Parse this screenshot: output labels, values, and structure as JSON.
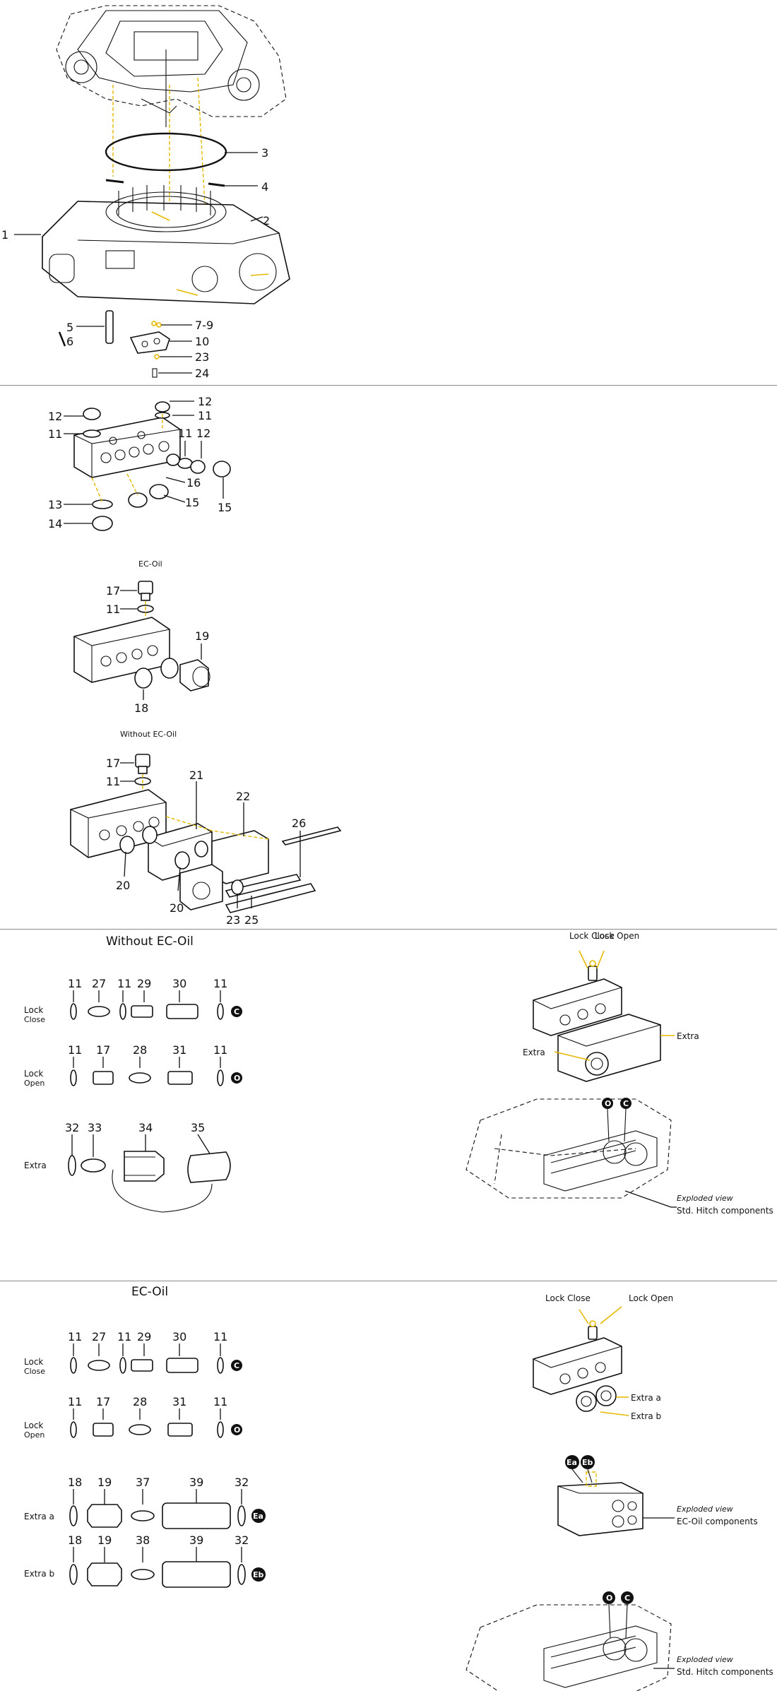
{
  "section1": {
    "callouts": [
      "1",
      "2",
      "3",
      "4",
      "5",
      "6",
      "7-9",
      "10",
      "23",
      "24"
    ]
  },
  "section2": {
    "callouts_a": [
      "12",
      "11",
      "11",
      "12",
      "12",
      "11",
      "16",
      "15",
      "15",
      "13",
      "14"
    ],
    "ec_oil_title": "EC-Oil",
    "callouts_b": [
      "17",
      "11",
      "19",
      "18"
    ],
    "without_title": "Without EC-Oil",
    "callouts_c": [
      "17",
      "11",
      "21",
      "22",
      "26",
      "20",
      "20",
      "23",
      "25"
    ]
  },
  "section3": {
    "title": "Without EC-Oil",
    "rows": [
      {
        "label_main": "Lock",
        "label_sub": "Close",
        "numbers": [
          "11",
          "27",
          "11",
          "29",
          "30",
          "11"
        ],
        "badge": "C"
      },
      {
        "label_main": "Lock",
        "label_sub": "Open",
        "numbers": [
          "11",
          "17",
          "28",
          "31",
          "11"
        ],
        "badge": "O"
      },
      {
        "label_main": "Extra",
        "label_sub": "",
        "numbers": [
          "32",
          "33",
          "34",
          "35"
        ],
        "badge": ""
      }
    ],
    "side": {
      "lock_close": "Lock Close",
      "lock_open": "Lock Open",
      "extra_right": "Extra",
      "extra_left": "Extra",
      "badge_o": "O",
      "badge_c": "C",
      "exploded_view": "Exploded view",
      "component_label": "Std. Hitch components"
    }
  },
  "section4": {
    "title": "EC-Oil",
    "rows": [
      {
        "label_main": "Lock",
        "label_sub": "Close",
        "numbers": [
          "11",
          "27",
          "11",
          "29",
          "30",
          "11"
        ],
        "badge": "C"
      },
      {
        "label_main": "Lock",
        "label_sub": "Open",
        "numbers": [
          "11",
          "17",
          "28",
          "31",
          "11"
        ],
        "badge": "O"
      },
      {
        "label_main": "Extra a",
        "label_sub": "",
        "numbers": [
          "18",
          "19",
          "37",
          "39",
          "32"
        ],
        "badge": "Ea"
      },
      {
        "label_main": "Extra b",
        "label_sub": "",
        "numbers": [
          "18",
          "19",
          "38",
          "39",
          "32"
        ],
        "badge": "Eb"
      }
    ],
    "side": {
      "lock_close": "Lock Close",
      "lock_open": "Lock Open",
      "extra_a": "Extra a",
      "extra_b": "Extra b",
      "badge_ea": "Ea",
      "badge_eb": "Eb",
      "exploded_view_1": "Exploded view",
      "component_label_1": "EC-Oil components",
      "badge_o": "O",
      "badge_c": "C",
      "exploded_view_2": "Exploded view",
      "component_label_2": "Std. Hitch components"
    }
  },
  "colors": {
    "accent": "#e6b800",
    "line": "#111111",
    "divider": "#8a8a8a"
  }
}
